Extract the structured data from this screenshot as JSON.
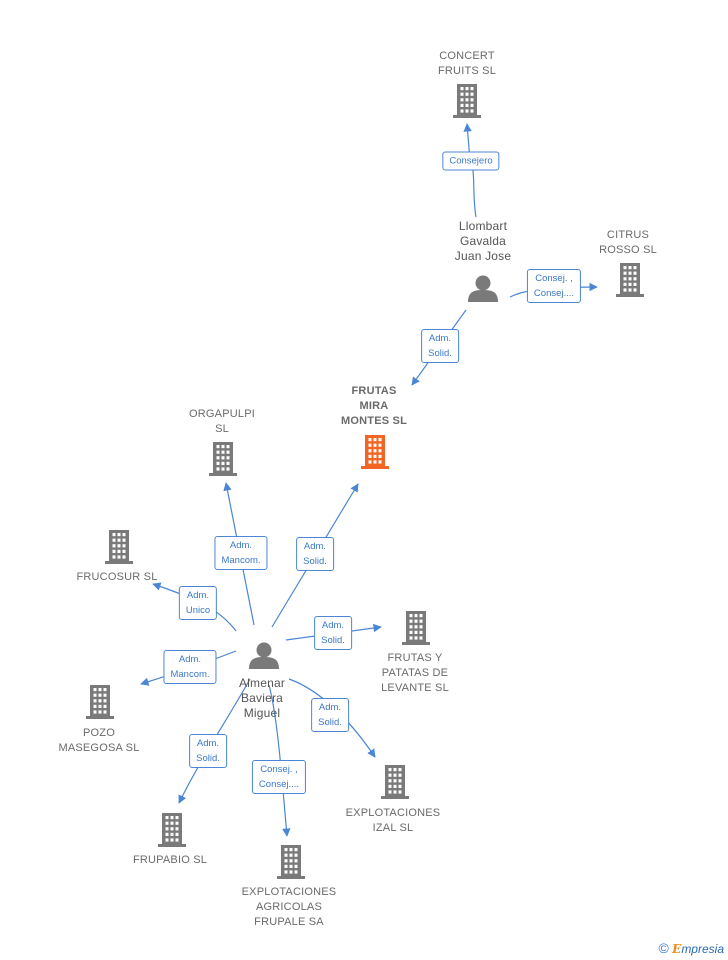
{
  "nodes": [
    {
      "id": "concert",
      "type": "company",
      "label": "CONCERT\nFRUITS  SL",
      "focus": false
    },
    {
      "id": "citrus",
      "type": "company",
      "label": "CITRUS\nROSSO  SL",
      "focus": false
    },
    {
      "id": "llombart",
      "type": "person",
      "label": "Llombart\nGavalda\nJuan Jose",
      "focus": false
    },
    {
      "id": "frutasmira",
      "type": "company",
      "label": "FRUTAS\nMIRA\nMONTES  SL",
      "focus": true
    },
    {
      "id": "orgapulpi",
      "type": "company",
      "label": "ORGAPULPI\nSL",
      "focus": false
    },
    {
      "id": "frucosur",
      "type": "company",
      "label": "FRUCOSUR SL",
      "focus": false
    },
    {
      "id": "almenar",
      "type": "person",
      "label": "Almenar\nBaviera\nMiguel",
      "focus": false
    },
    {
      "id": "frutasypatatas",
      "type": "company",
      "label": "FRUTAS Y\nPATATAS DE\nLEVANTE SL",
      "focus": false
    },
    {
      "id": "pozo",
      "type": "company",
      "label": "POZO\nMASEGOSA SL",
      "focus": false
    },
    {
      "id": "explizal",
      "type": "company",
      "label": "EXPLOTACIONES\nIZAL  SL",
      "focus": false
    },
    {
      "id": "frupabio",
      "type": "company",
      "label": "FRUPABIO  SL",
      "focus": false
    },
    {
      "id": "explagr",
      "type": "company",
      "label": "EXPLOTACIONES\nAGRICOLAS\nFRUPALE SA",
      "focus": false
    }
  ],
  "edges": [
    {
      "from": "llombart",
      "to": "concert",
      "label": "Consejero"
    },
    {
      "from": "llombart",
      "to": "citrus",
      "label": "Consej. ,\nConsej...."
    },
    {
      "from": "llombart",
      "to": "frutasmira",
      "label": "Adm.\nSolid."
    },
    {
      "from": "almenar",
      "to": "orgapulpi",
      "label": "Adm.\nMancom."
    },
    {
      "from": "almenar",
      "to": "frutasmira",
      "label": "Adm.\nSolid."
    },
    {
      "from": "almenar",
      "to": "frucosur",
      "label": "Adm.\nUnico"
    },
    {
      "from": "almenar",
      "to": "frutasypatatas",
      "label": "Adm.\nSolid."
    },
    {
      "from": "almenar",
      "to": "pozo",
      "label": "Adm.\nMancom."
    },
    {
      "from": "almenar",
      "to": "explizal",
      "label": "Adm.\nSolid."
    },
    {
      "from": "almenar",
      "to": "frupabio",
      "label": "Adm.\nSolid."
    },
    {
      "from": "almenar",
      "to": "explagr",
      "label": "Consej. ,\nConsej...."
    }
  ],
  "colors": {
    "company": "#7a7a7a",
    "focus": "#f26522",
    "person": "#7a7a7a",
    "edge": "#4a86d4"
  },
  "footer": {
    "copyright": "©",
    "brand_initial": "E",
    "brand_rest": "mpresia"
  }
}
